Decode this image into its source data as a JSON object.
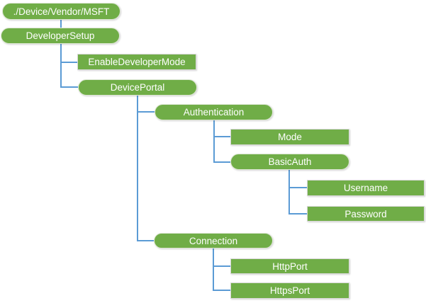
{
  "diagram": {
    "description": "Tree diagram of the DeveloperSetup configuration service provider hierarchy",
    "colors": {
      "node_fill": "#70AD47",
      "node_text": "#FFFFFF",
      "connector": "#5B9BD5",
      "rect_border": "#D9D9D9",
      "background": "#FFFFFF"
    },
    "nodes": {
      "root": {
        "label": "./Device/Vendor/MSFT",
        "shape": "rounded"
      },
      "developerSetup": {
        "label": "DeveloperSetup",
        "shape": "rounded"
      },
      "enableDeveloperMode": {
        "label": "EnableDeveloperMode",
        "shape": "rectangle"
      },
      "devicePortal": {
        "label": "DevicePortal",
        "shape": "rounded"
      },
      "authentication": {
        "label": "Authentication",
        "shape": "rounded"
      },
      "mode": {
        "label": "Mode",
        "shape": "rectangle"
      },
      "basicAuth": {
        "label": "BasicAuth",
        "shape": "rounded"
      },
      "username": {
        "label": "Username",
        "shape": "rectangle"
      },
      "password": {
        "label": "Password",
        "shape": "rectangle"
      },
      "connection": {
        "label": "Connection",
        "shape": "rounded"
      },
      "httpPort": {
        "label": "HttpPort",
        "shape": "rectangle"
      },
      "httpsPort": {
        "label": "HttpsPort",
        "shape": "rectangle"
      }
    },
    "hierarchy": {
      "root": "./Device/Vendor/MSFT",
      "children": [
        {
          "node": "DeveloperSetup",
          "children": [
            {
              "node": "EnableDeveloperMode"
            },
            {
              "node": "DevicePortal",
              "children": [
                {
                  "node": "Authentication",
                  "children": [
                    {
                      "node": "Mode"
                    },
                    {
                      "node": "BasicAuth",
                      "children": [
                        {
                          "node": "Username"
                        },
                        {
                          "node": "Password"
                        }
                      ]
                    }
                  ]
                },
                {
                  "node": "Connection",
                  "children": [
                    {
                      "node": "HttpPort"
                    },
                    {
                      "node": "HttpsPort"
                    }
                  ]
                }
              ]
            }
          ]
        }
      ]
    }
  }
}
